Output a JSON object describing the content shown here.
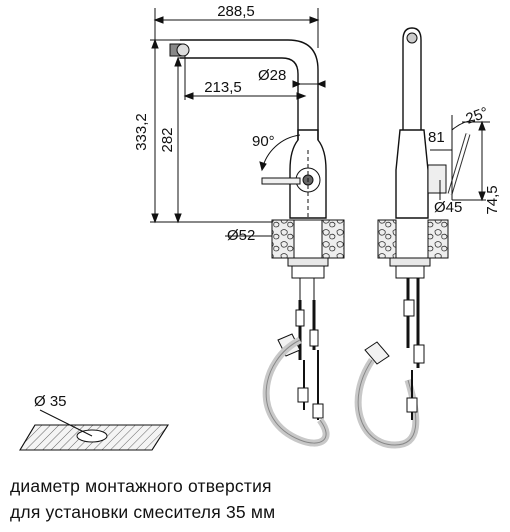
{
  "dimensions": {
    "total_width": "288,5",
    "total_height": "333,2",
    "spout_height": "282",
    "spout_reach": "213,5",
    "spout_diameter": "Ø28",
    "rotation_angle": "90°",
    "base_diameter": "Ø52",
    "handle_offset": "81",
    "handle_angle": "25°",
    "body_diameter": "Ø45",
    "handle_height": "74,5",
    "hole_diameter": "Ø 35"
  },
  "caption": {
    "line1": "диаметр монтажного отверстия",
    "line2": "для установки смесителя 35 мм"
  },
  "colors": {
    "line": "#111111",
    "hose": "#c8c8c8",
    "stone": "#e6e6e6"
  }
}
